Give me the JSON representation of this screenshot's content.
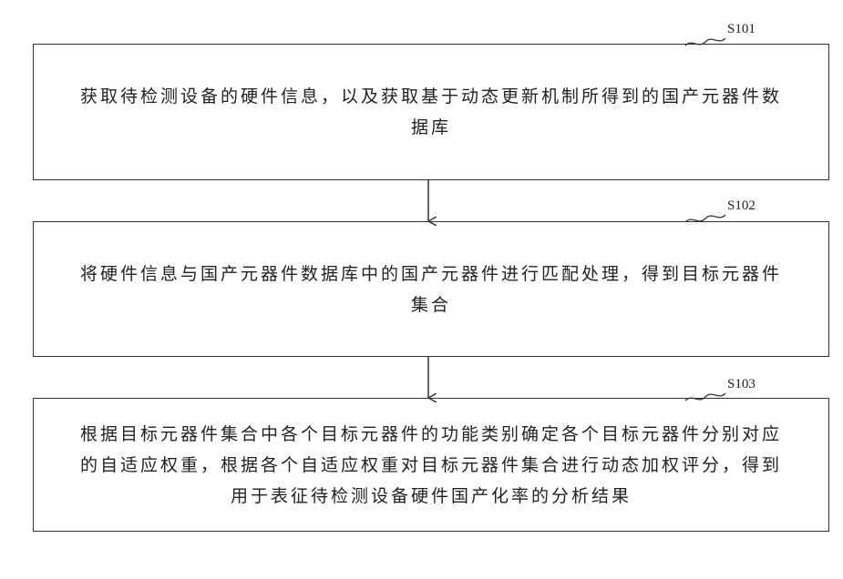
{
  "steps": [
    {
      "id": "S101",
      "text": "获取待检测设备的硬件信息，以及获取基于动态更新机制所得到的国产元器件数\n据库"
    },
    {
      "id": "S102",
      "text": "将硬件信息与国产元器件数据库中的国产元器件进行匹配处理，得到目标元器件\n集合"
    },
    {
      "id": "S103",
      "text": "根据目标元器件集合中各个目标元器件的功能类别确定各个目标元器件分别对应\n的自适应权重，根据各个自适应权重对目标元器件集合进行动态加权评分，得到\n用于表征待检测设备硬件国产化率的分析结果"
    }
  ]
}
